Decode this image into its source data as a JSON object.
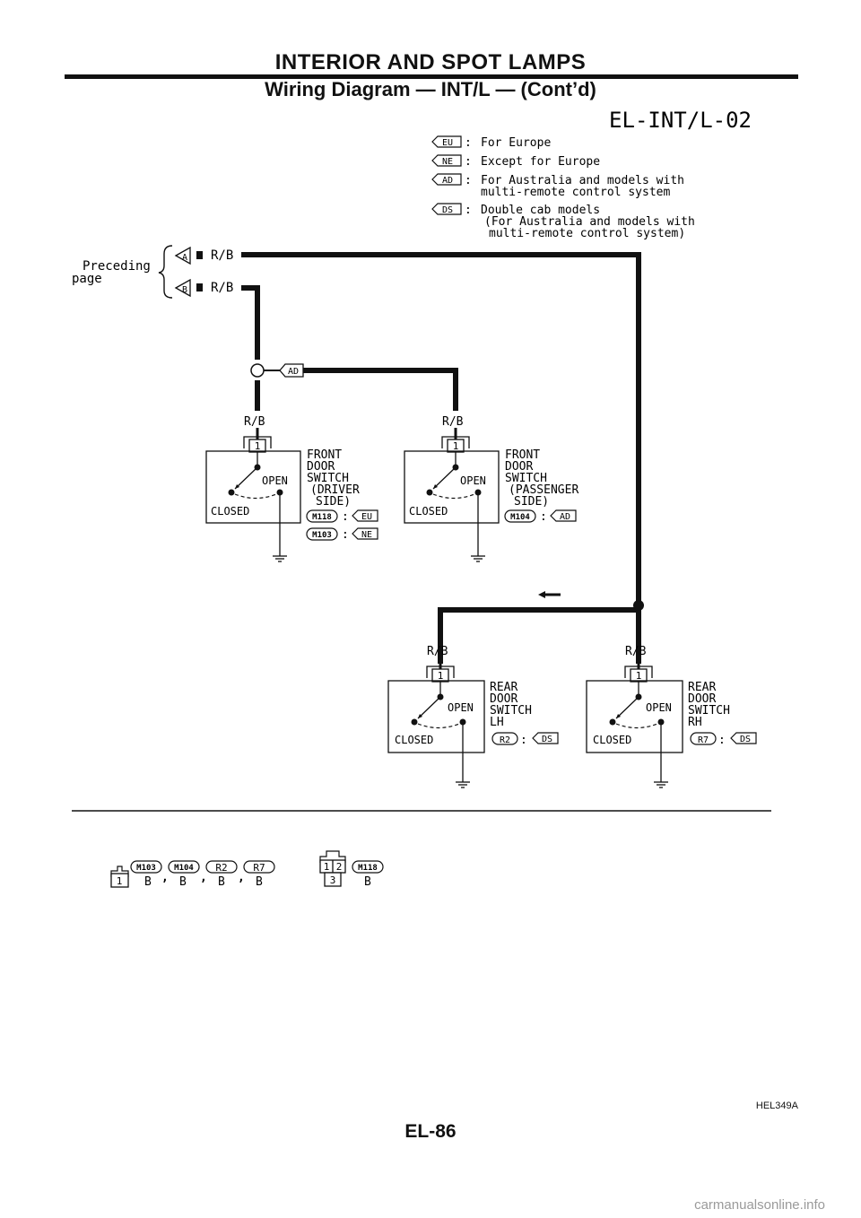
{
  "header": {
    "section_title": "INTERIOR AND SPOT LAMPS",
    "subtitle": "Wiring Diagram — INT/L — (Cont’d)",
    "diagram_code": "EL-INT/L-02"
  },
  "legend": [
    {
      "code": "EU",
      "text": "For Europe"
    },
    {
      "code": "NE",
      "text": "Except for Europe"
    },
    {
      "code": "AD",
      "text": "For Australia and models with",
      "text2": "multi-remote control system"
    },
    {
      "code": "DS",
      "text": "Double cab models",
      "text2": "(For Australia and models with",
      "text3": "multi-remote control system)"
    }
  ],
  "preceding": {
    "label1": "Preceding",
    "label2": "page",
    "a_code": "A",
    "b_code": "B",
    "a_wire": "R/B",
    "b_wire": "R/B"
  },
  "ad_option": "AD",
  "switches": {
    "front_driver": {
      "wire": "R/B",
      "pin": "1",
      "open": "OPEN",
      "closed": "CLOSED",
      "l1": "FRONT",
      "l2": "DOOR",
      "l3": "SWITCH",
      "l4": "(DRIVER",
      "l5": "SIDE)",
      "conn1": "M118",
      "opt1": "EU",
      "conn2": "M103",
      "opt2": "NE",
      "sep": ":"
    },
    "front_passenger": {
      "wire": "R/B",
      "pin": "1",
      "open": "OPEN",
      "closed": "CLOSED",
      "l1": "FRONT",
      "l2": "DOOR",
      "l3": "SWITCH",
      "l4": "(PASSENGER",
      "l5": "SIDE)",
      "conn1": "M104",
      "opt1": "AD",
      "sep": ":"
    },
    "rear_lh": {
      "wire": "R/B",
      "pin": "1",
      "open": "OPEN",
      "closed": "CLOSED",
      "l1": "REAR",
      "l2": "DOOR",
      "l3": "SWITCH",
      "l4": "LH",
      "conn1": "R2",
      "opt1": "DS",
      "sep": ":"
    },
    "rear_rh": {
      "wire": "R/B",
      "pin": "1",
      "open": "OPEN",
      "closed": "CLOSED",
      "l1": "REAR",
      "l2": "DOOR",
      "l3": "SWITCH",
      "l4": "RH",
      "conn1": "R7",
      "opt1": "DS",
      "sep": ":"
    }
  },
  "connectors_legend": {
    "group1": {
      "pin": "1",
      "ids": [
        "M103",
        "M104",
        "R2",
        "R7"
      ],
      "colors": [
        "B",
        "B",
        "B",
        "B"
      ],
      "comma": ","
    },
    "group2": {
      "pins_top": [
        "1",
        "2"
      ],
      "pin_bottom": "3",
      "id": "M118",
      "color": "B"
    }
  },
  "footer": {
    "figure_code": "HEL349A",
    "page_number": "EL-86",
    "watermark": "carmanualsonline.info"
  }
}
